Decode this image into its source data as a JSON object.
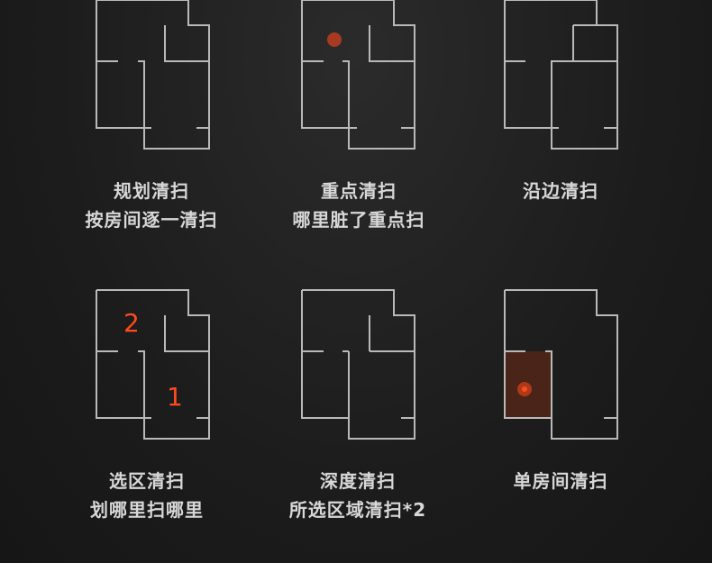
{
  "modes": [
    {
      "title": "规划清扫",
      "subtitle": "按房间逐一清扫"
    },
    {
      "title": "重点清扫",
      "subtitle": "哪里脏了重点扫"
    },
    {
      "title": "沿边清扫",
      "subtitle": ""
    },
    {
      "title": "选区清扫",
      "subtitle": "划哪里扫哪里"
    },
    {
      "title": "深度清扫",
      "subtitle": "所选区域清扫*2"
    },
    {
      "title": "单房间清扫",
      "subtitle": ""
    }
  ],
  "zone_labels": {
    "first": "1",
    "second": "2"
  },
  "colors": {
    "accent": "#ff4a1c",
    "wall": "#b9b9b9",
    "caption": "#d8d8d8"
  }
}
